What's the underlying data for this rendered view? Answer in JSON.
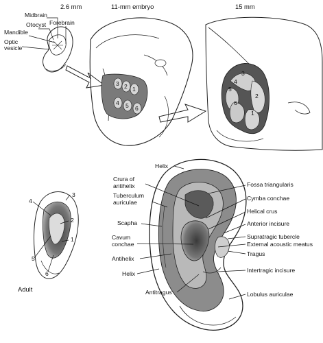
{
  "stages": {
    "embryo_2_6mm": "2.6 mm",
    "embryo_11mm": "11-mm embryo",
    "embryo_15mm": "15 mm",
    "adult": "Adult"
  },
  "small_embryo_labels": {
    "midbrain": "Midbrain",
    "forebrain": "Forebrain",
    "otocyst": "Otocyst",
    "mandible": "Mandible",
    "optic_vesicle_line1": "Optic",
    "optic_vesicle_line2": "vesicle"
  },
  "hillocks_11mm": [
    "3",
    "2",
    "1",
    "4",
    "5",
    "6"
  ],
  "hillocks_15mm": [
    "3",
    "4",
    "5",
    "2",
    "6",
    "1"
  ],
  "hillocks_adult": [
    "3",
    "4",
    "2",
    "1",
    "5",
    "6"
  ],
  "ear_labels_left": {
    "helix_top": "Helix",
    "crura_line1": "Crura of",
    "crura_line2": "antihelix",
    "tuberculum_line1": "Tuberculum",
    "tuberculum_line2": "auriculae",
    "scapha": "Scapha",
    "cavum_line1": "Cavum",
    "cavum_line2": "conchae",
    "antihelix": "Antihelix",
    "helix_lower": "Helix",
    "antitragus": "Antitragus"
  },
  "ear_labels_right": {
    "fossa_triangularis": "Fossa triangularis",
    "cymba_conchae": "Cymba conchae",
    "helical_crus": "Helical crus",
    "anterior_incisure": "Anterior incisure",
    "supratragic_tubercle": "Supratragic tubercle",
    "external_acoustic_meatus": "External acoustic meatus",
    "tragus": "Tragus",
    "intertragic_incisure": "Intertragic incisure",
    "lobulus_auriculae": "Lobulus auriculae"
  }
}
